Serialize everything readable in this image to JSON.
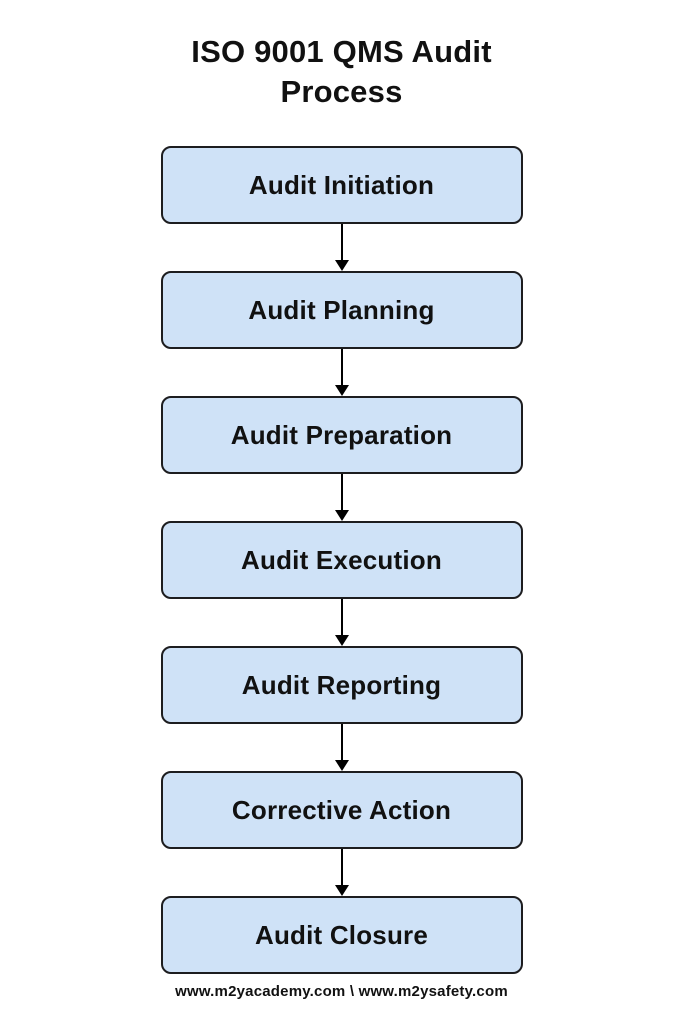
{
  "page": {
    "title_lines": [
      "ISO 9001 QMS Audit",
      "Process"
    ],
    "footer": "www.m2yacademy.com \\ www.m2ysafety.com"
  },
  "flow": {
    "steps": [
      {
        "label": "Audit Initiation"
      },
      {
        "label": "Audit Planning"
      },
      {
        "label": "Audit Preparation"
      },
      {
        "label": "Audit Execution"
      },
      {
        "label": "Audit Reporting"
      },
      {
        "label": "Corrective Action"
      },
      {
        "label": "Audit Closure"
      }
    ]
  },
  "colors": {
    "background": "#ffffff",
    "box_fill": "#cfe2f7",
    "box_border": "#1d1d1f",
    "arrow": "#000000",
    "text": "#111111"
  }
}
